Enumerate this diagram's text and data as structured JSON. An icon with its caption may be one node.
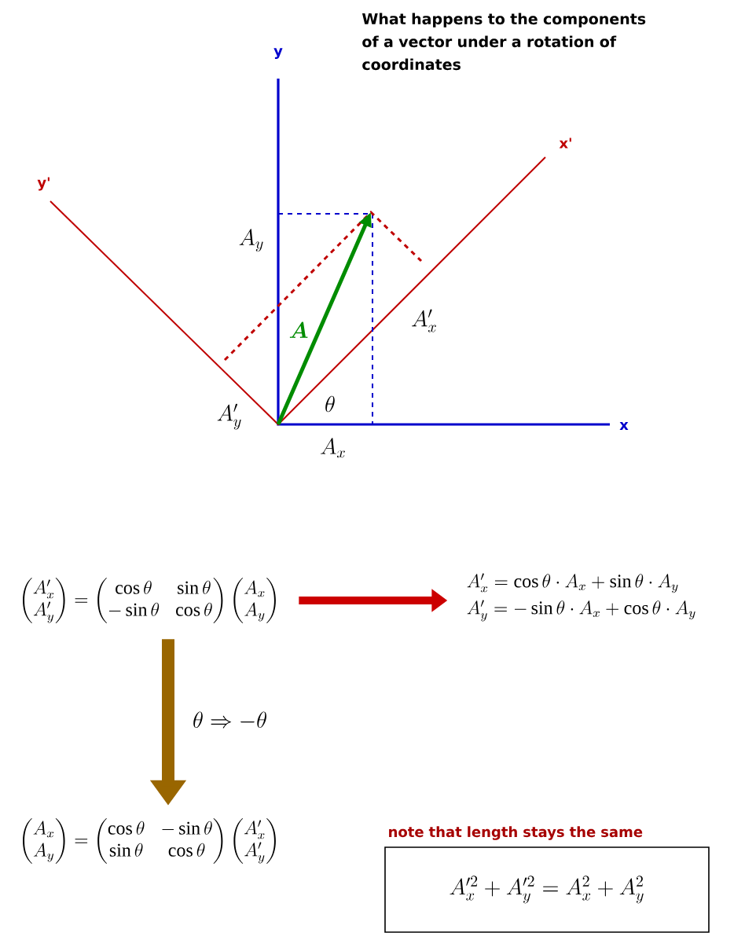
{
  "diagram": {
    "title": "What happens to the components of a vector under a rotation of coordinates",
    "nodes": [
      {
        "text": [
          "\\begin{pmatrix}A_x'\\\\ A_y'\\end{pmatrix}=\\begin{pmatrix}\\cos\\theta & \\sin\\theta\\\\ -\\sin\\theta & \\cos\\theta\\end{pmatrix}\\begin{pmatrix}A_x\\\\ A_y\\end{pmatrix}"
        ]
      },
      {
        "text": [
          "A_x' = \\cos\\theta\\cdot A_x + \\sin\\theta\\cdot A_y",
          "A_y' = -\\sin\\theta\\cdot A_x + \\cos\\theta\\cdot A_y"
        ]
      },
      {
        "text": [
          "\\begin{pmatrix}A_x\\\\ A_y\\end{pmatrix}=\\begin{pmatrix}\\cos\\theta & -\\sin\\theta\\\\ \\sin\\theta & \\cos\\theta\\end{pmatrix}\\begin{pmatrix}A_x'\\\\ A_y'\\end{pmatrix}"
        ]
      },
      {
        "text": [
          "note that length stays the same",
          "A_x'^2 + A_y'^2 = A_x^2 + A_y^2"
        ]
      }
    ],
    "edges": [
      {
        "from": 0,
        "to": 1,
        "arrow": "to",
        "color": "#cc0000"
      },
      {
        "from": 0,
        "to": 2,
        "arrow": "to",
        "color": "#996600",
        "label": "\\theta \\Rightarrow -\\theta"
      }
    ],
    "labels": [
      "y",
      "x'",
      "y'",
      "A_y",
      "A",
      "A_x'",
      "A_y'",
      "\\theta",
      "x",
      "A_x"
    ]
  }
}
